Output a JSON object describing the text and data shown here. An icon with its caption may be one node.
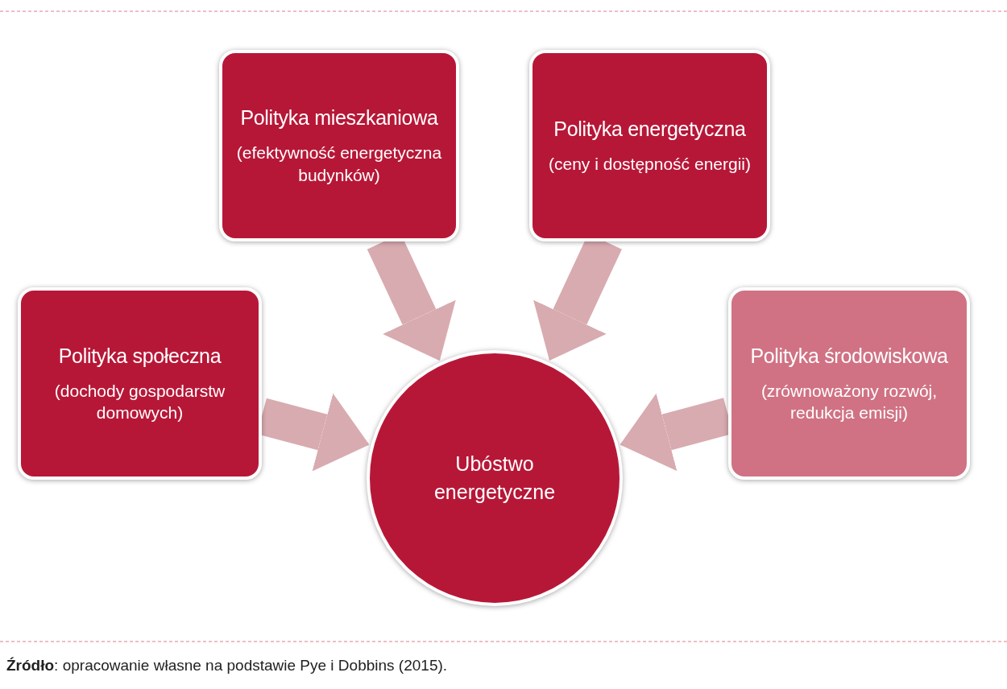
{
  "diagram": {
    "caption": "**Źródło**: opracowanie własne na podstawie Pye i Dobbins (2015).",
    "nodes": [
      {
        "text": [
          "Polityka mieszkaniowa",
          "(efektywność energetyczna budynków)"
        ]
      },
      {
        "text": [
          "Polityka energetyczna",
          "(ceny i dostępność energii)"
        ]
      },
      {
        "text": [
          "Polityka społeczna",
          "(dochody gospodarstw domowych)"
        ]
      },
      {
        "text": [
          "Polityka środowiskowa",
          "(zrównoważony rozwój, redukcja emisji)"
        ]
      },
      {
        "text": [
          "Ubóstwo energetyczne"
        ]
      }
    ],
    "edges": [
      {
        "from": 0,
        "to": 4,
        "arrow": "to"
      },
      {
        "from": 1,
        "to": 4,
        "arrow": "to"
      },
      {
        "from": 2,
        "to": 4,
        "arrow": "to"
      },
      {
        "from": 3,
        "to": 4,
        "arrow": "to"
      }
    ]
  }
}
